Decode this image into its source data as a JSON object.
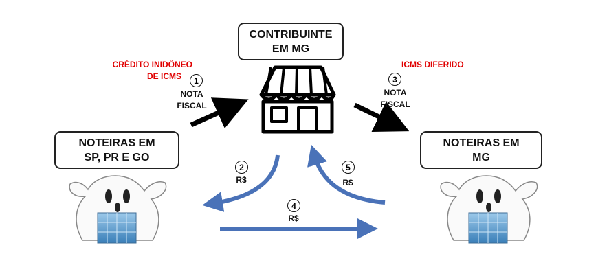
{
  "taxpayer": {
    "line1": "CONTRIBUINTE",
    "line2": "EM MG"
  },
  "left_entity": {
    "line1": "NOTEIRAS EM",
    "line2": "SP, PR E GO"
  },
  "right_entity": {
    "line1": "NOTEIRAS EM",
    "line2": "MG"
  },
  "credit_note": {
    "line1": "CRÉDITO INIDÔNEO",
    "line2": "DE ICMS"
  },
  "deferred_note": "ICMS DIFERIDO",
  "step1": {
    "number": "1",
    "line1": "NOTA",
    "line2": "FISCAL"
  },
  "step2": {
    "number": "2",
    "label": "R$"
  },
  "step3": {
    "number": "3",
    "line1": "NOTA",
    "line2": "FISCAL"
  },
  "step4": {
    "number": "4",
    "label": "R$"
  },
  "step5": {
    "number": "5",
    "label": "R$"
  },
  "colors": {
    "red_text": "#e00000",
    "flow_arrow": "#4a72b8",
    "black_arrow": "#000000"
  }
}
